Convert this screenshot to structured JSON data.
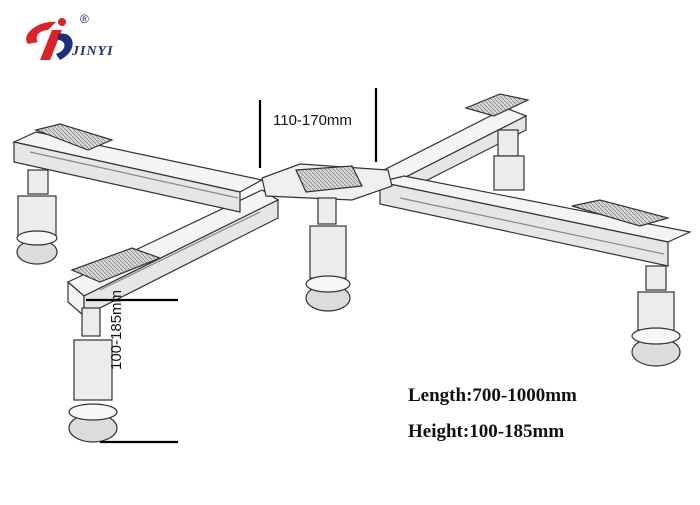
{
  "brand": {
    "name": "JINYI",
    "registered_mark": "®",
    "logo_colors": {
      "red": "#d8232a",
      "blue": "#1b2f7a"
    }
  },
  "dimensions": {
    "top_gap_label": "110-170mm",
    "leg_height_label": "100-185mm"
  },
  "specs": {
    "length": "Length:700-1000mm",
    "height": "Height:100-185mm"
  }
}
